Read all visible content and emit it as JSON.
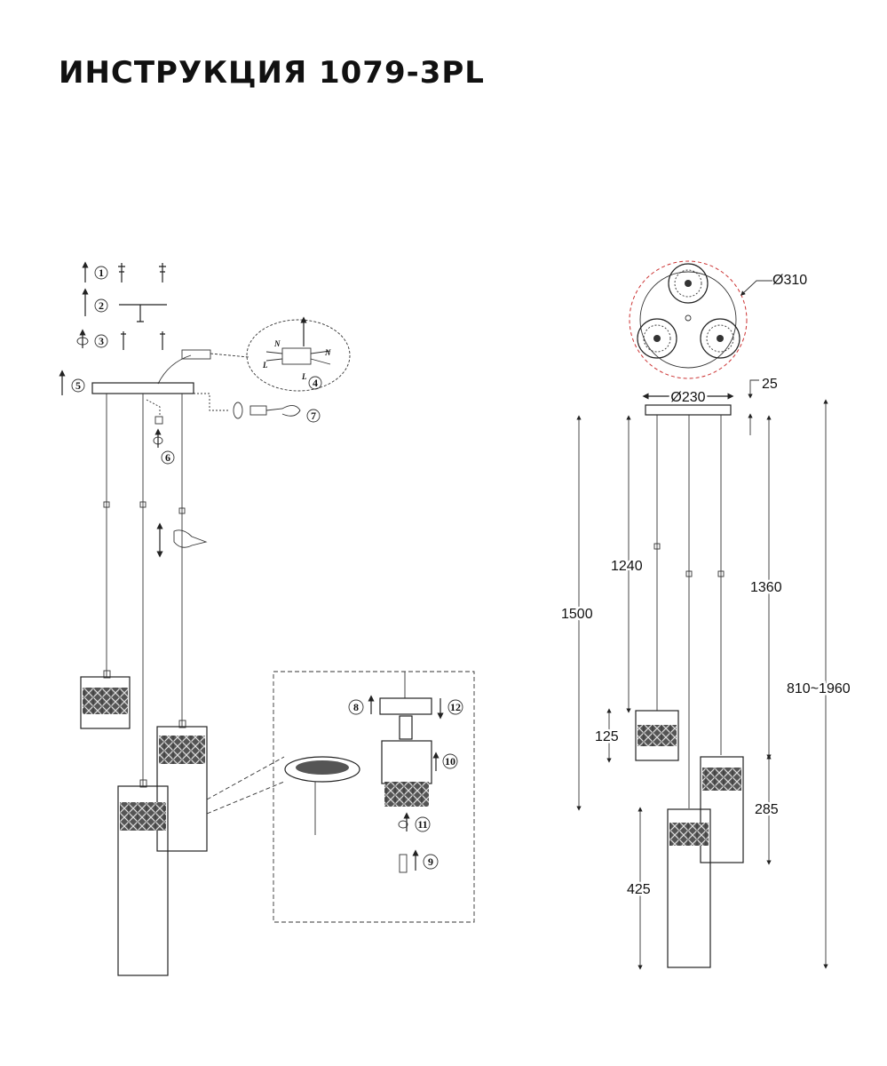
{
  "title": "ИНСТРУКЦИЯ 1079-3PL",
  "steps": [
    "1",
    "2",
    "3",
    "4",
    "5",
    "6",
    "7",
    "8",
    "9",
    "10",
    "11",
    "12"
  ],
  "wiring": {
    "n": "N",
    "l": "L"
  },
  "dimensions": {
    "canopy_diameter": "Ø310",
    "plate_diameter": "Ø230",
    "plate_thickness": "25",
    "left_drop": "1240",
    "right_drop": "1360",
    "total_height": "1500",
    "adjustable_range": "810~1960",
    "short_shade_height": "125",
    "medium_shade_height": "285",
    "tall_shade_height": "425"
  },
  "colors": {
    "line": "#222222",
    "dashed_circle": "#cc3333"
  }
}
